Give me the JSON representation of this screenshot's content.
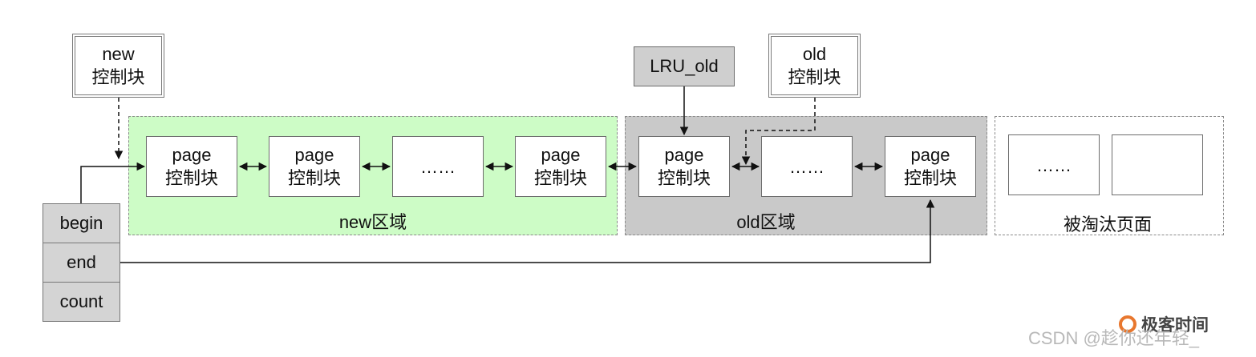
{
  "regions": {
    "new_label": "new区域",
    "old_label": "old区域",
    "evicted_label": "被淘汰页面"
  },
  "pointers": {
    "new_block": [
      "new",
      "控制块"
    ],
    "lru_old": "LRU_old",
    "old_block": [
      "old",
      "控制块"
    ]
  },
  "pages": {
    "page_word": "page",
    "block_word": "控制块",
    "ellipsis": "……"
  },
  "list_node": {
    "fields": [
      "begin",
      "end",
      "count"
    ]
  },
  "colors": {
    "new_region": "#cdfcc6",
    "old_region": "#c9c9c9",
    "lru_old_box": "#cfcfcf",
    "list_node": "#d4d4d4"
  },
  "watermark": {
    "brand": "极客时间",
    "csdn": "CSDN @趁你还年轻_"
  }
}
